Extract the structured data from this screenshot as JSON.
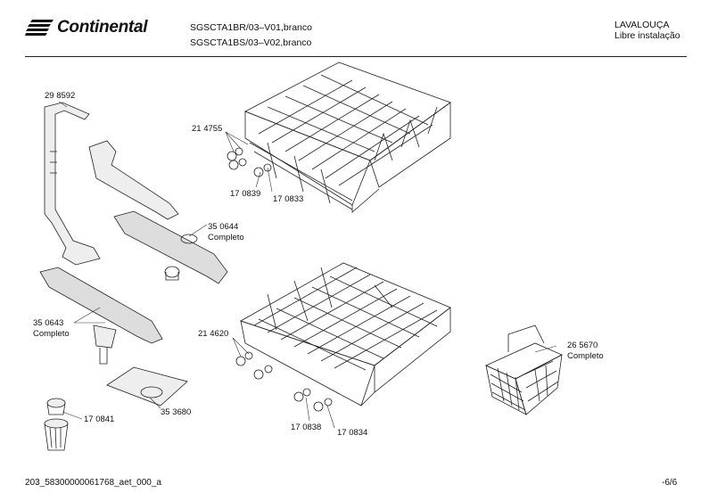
{
  "header": {
    "brand": "Continental",
    "model_line_1": "SGSCTA1BR/03–V01,branco",
    "model_line_2": "SGSCTA1BS/03–V02,branco",
    "category": "LAVALOUÇA",
    "subcategory": "Libre instalação"
  },
  "parts": [
    {
      "id": "p298592",
      "number": "29 8592"
    },
    {
      "id": "p214755",
      "number": "21 4755"
    },
    {
      "id": "p170839",
      "number": "17 0839"
    },
    {
      "id": "p170833",
      "number": "17 0833"
    },
    {
      "id": "p350644",
      "number": "35 0644",
      "note": "Completo"
    },
    {
      "id": "p350643",
      "number": "35 0643",
      "note": "Completo"
    },
    {
      "id": "p214620",
      "number": "21 4620"
    },
    {
      "id": "p265670",
      "number": "26 5670",
      "note": "Completo"
    },
    {
      "id": "p353680",
      "number": "35 3680"
    },
    {
      "id": "p170841",
      "number": "17 0841"
    },
    {
      "id": "p170838",
      "number": "17 0838"
    },
    {
      "id": "p170834",
      "number": "17 0834"
    }
  ],
  "footer": {
    "doc_id": "203_58300000061768_aet_000_a",
    "page": "-6/6"
  },
  "icons": {
    "brand_logo": "continental-stripes-logo"
  }
}
